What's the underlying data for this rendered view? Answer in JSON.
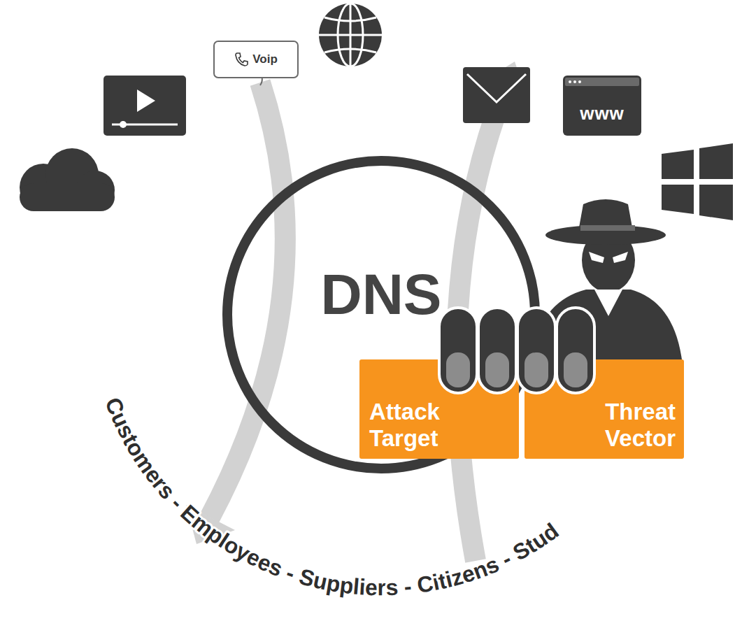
{
  "diagram": {
    "nodes": [
      {
        "text": [
          "Voip"
        ]
      },
      {
        "text": [
          "www"
        ]
      },
      {
        "text": [
          "DNS"
        ]
      },
      {
        "text": [
          "Attack Target"
        ]
      },
      {
        "text": [
          "Threat Vector"
        ]
      }
    ],
    "labels": [
      "Customers - Employees - Suppliers - Citizens - Stud"
    ]
  }
}
